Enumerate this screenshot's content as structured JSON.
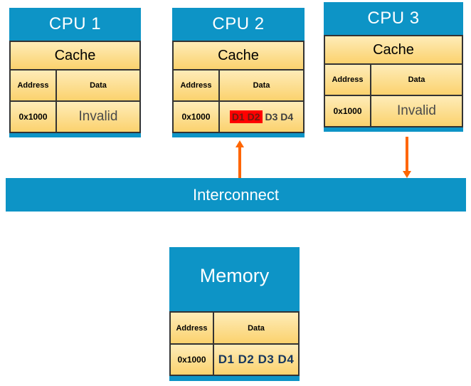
{
  "diagram": {
    "cpus": [
      {
        "title": "CPU 1",
        "cache_label": "Cache",
        "address_header": "Address",
        "data_header": "Data",
        "address": "0x1000",
        "data": "Invalid"
      },
      {
        "title": "CPU 2",
        "cache_label": "Cache",
        "address_header": "Address",
        "data_header": "Data",
        "address": "0x1000",
        "data_highlighted": "D1 D2",
        "data_rest": "D3 D4"
      },
      {
        "title": "CPU 3",
        "cache_label": "Cache",
        "address_header": "Address",
        "data_header": "Data",
        "address": "0x1000",
        "data": "Invalid"
      }
    ],
    "interconnect_label": "Interconnect",
    "memory": {
      "title": "Memory",
      "address_header": "Address",
      "data_header": "Data",
      "address": "0x1000",
      "data": "D1 D2 D3 D4"
    },
    "arrows": [
      {
        "name": "cpu2-to-interconnect",
        "direction": "up"
      },
      {
        "name": "cpu3-to-interconnect",
        "direction": "down"
      }
    ],
    "colors": {
      "block_blue": "#0D94C6",
      "cell_gradient_top": "#FEECB8",
      "cell_gradient_bottom": "#FBD26E",
      "border_dark": "#333333",
      "arrow_orange": "#FF6600",
      "highlight_red": "#FF0000",
      "invalid_text_gray": "#4A4A4A",
      "memory_data_navy": "#17375E"
    }
  }
}
